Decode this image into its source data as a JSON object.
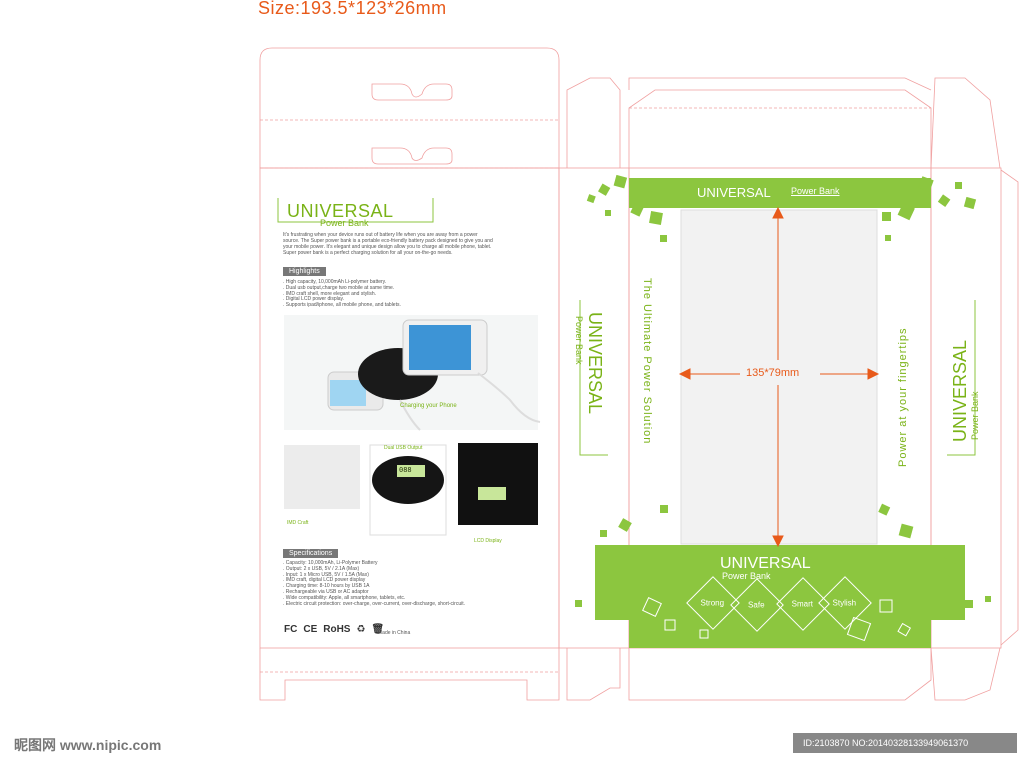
{
  "header": {
    "size_label": "Size:193.5*123*26mm"
  },
  "back_panel": {
    "brand_title": "UNIVERSAL",
    "brand_subtitle": "Power Bank",
    "intro": "It's frustrating when your device runs out of battery life when you are away from a power source. The Super power bank is a portable eco-friendly battery pack designed to give you and your mobile power. It's elegant and unique design allow you to charge all mobile phone, tablet. Super power bank is a perfect charging solution for all your on-the-go needs.",
    "highlights_label": "Highlights",
    "highlights": [
      ". High capacity, 10,000mAh Li-polymer battery.",
      ". Dual usb output,charge two mobile at same time.",
      ". IMD craft shell, more elegant and stylish.",
      ". Digital LCD power display.",
      ". Supports ipad/iphone, all mobile phone, and tablets."
    ],
    "photo_caption": "Charging your Phone",
    "detail_captions": {
      "imd": "IMD Craft",
      "dual_usb": "Dual USB Output",
      "lcd": "LCD Display"
    },
    "specifications_label": "Specifications",
    "specifications": [
      ". Capacity: 10,000mAh, Li-Polymer Battery",
      ". Output: 2 x USB, 5V / 2.1A (Max)",
      ". Input: 1 x Micro USB, 5V / 1.5A (Max)",
      ". IMD craft, digital LCD power display",
      ". Charging time: 8-10 hours by USB 1A",
      ". Rechargeable via USB or AC adaptor",
      ". Wide compatibility: Apple, all smartphone, tablets, etc.",
      ". Electric circuit protection: over-charge, over-current, over-discharge, short-circuit."
    ],
    "cert_marks": [
      "FC",
      "CE",
      "RoHS"
    ],
    "made_in": "Made in China",
    "lcd_reading": "088"
  },
  "front_panel": {
    "top_brand": "UNIVERSAL",
    "top_sub": "Power Bank",
    "window_dims": "135*79mm",
    "left_slogan": "The Ultimate Power Solution",
    "right_slogan": "Power at your fingertips",
    "bottom_brand": "UNIVERSAL",
    "bottom_sub": "Power Bank",
    "features": [
      "Strong",
      "Safe",
      "Smart",
      "Stylish"
    ]
  },
  "side_flaps": {
    "left_brand": "UNIVERSAL",
    "left_sub": "Power Bank",
    "right_brand": "UNIVERSAL",
    "right_sub": "Power Bank"
  },
  "watermark": {
    "site": "昵图网 www.nipic.com",
    "id": "ID:2103870 NO:20140328133949061370"
  },
  "colors": {
    "accent_green": "#8cc63f",
    "dieline": "#f0a0a0",
    "arrow": "#e85a1a"
  }
}
